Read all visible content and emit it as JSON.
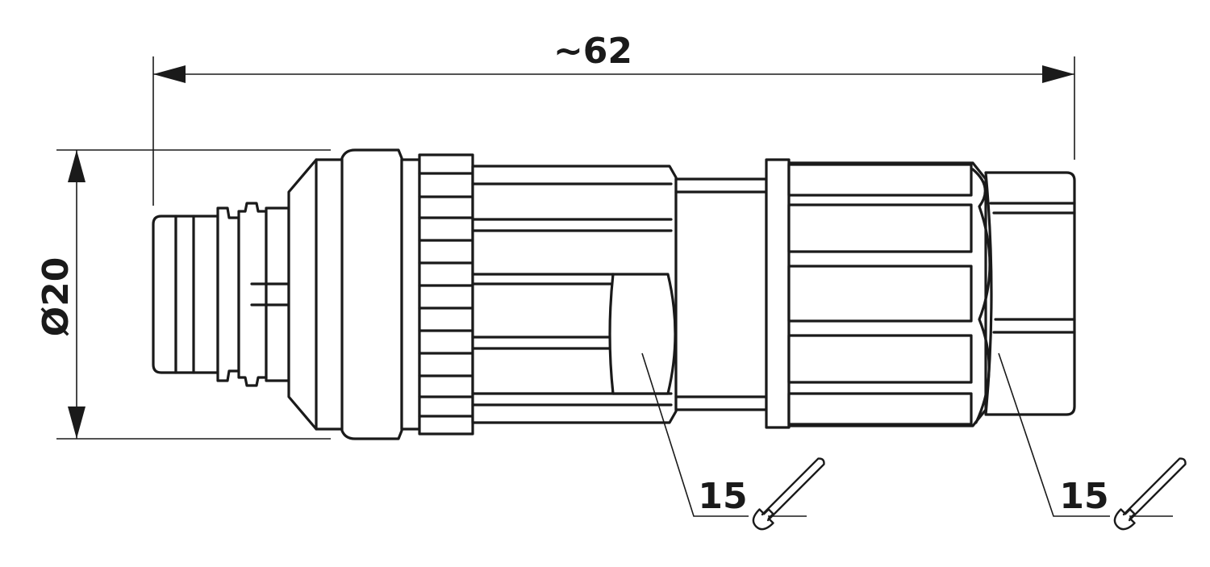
{
  "dimensions": {
    "length_label": "~62",
    "diameter_label": "Ø20"
  },
  "wrench_callouts": [
    {
      "size_label": "15",
      "icon": "open-end-wrench-icon"
    },
    {
      "size_label": "15",
      "icon": "open-end-wrench-icon"
    }
  ]
}
